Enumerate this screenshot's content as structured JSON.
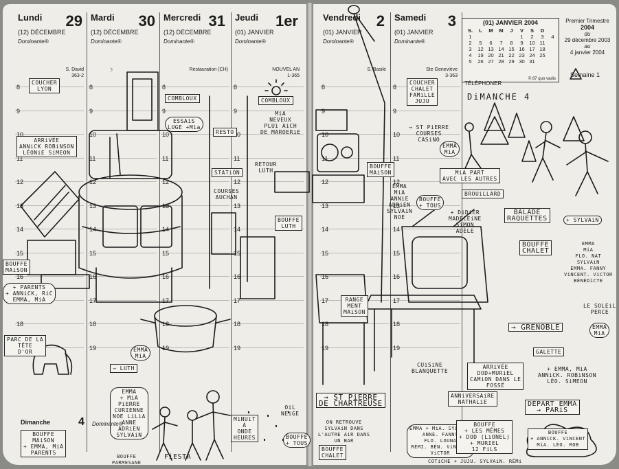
{
  "days": [
    {
      "name": "Lundi",
      "num": "29",
      "month": "(12) DÉCEMBRE",
      "brand": "Dominante®",
      "saint": "S. David",
      "yearday": "363-2"
    },
    {
      "name": "Mardi",
      "num": "30",
      "month": "(12) DÉCEMBRE",
      "brand": "Dominante®",
      "saint": "☽",
      "yearday": ""
    },
    {
      "name": "Mercredi",
      "num": "31",
      "month": "(12) DÉCEMBRE",
      "brand": "Dominante®",
      "saint": "Restauration (CH)",
      "yearday": ""
    },
    {
      "name": "Jeudi",
      "num": "1er",
      "month": "(01) JANVIER",
      "brand": "Dominante®",
      "saint": "NOUVEL AN",
      "yearday": "1-365"
    },
    {
      "name": "Vendredi",
      "num": "2",
      "month": "(01) JANVIER",
      "brand": "Dominante®",
      "saint": "S. Basile",
      "yearday": ""
    },
    {
      "name": "Samedi",
      "num": "3",
      "month": "(01) JANVIER",
      "brand": "Dominante®",
      "saint": "Ste Geneviève",
      "yearday": "3-363"
    }
  ],
  "hours": [
    "8",
    "9",
    "10",
    "11",
    "12",
    "13",
    "14",
    "15",
    "16",
    "17",
    "18",
    "19"
  ],
  "calendar": {
    "title": "(01) JANVIER 2004",
    "heads": [
      "S.",
      "L",
      "M",
      "M",
      "J",
      "V",
      "S",
      "D"
    ],
    "rows": [
      [
        "1",
        "",
        "",
        "",
        "",
        "1",
        "2",
        "3",
        "4"
      ],
      [
        "2",
        "5",
        "6",
        "7",
        "8",
        "9",
        "10",
        "11"
      ],
      [
        "3",
        "12",
        "13",
        "14",
        "15",
        "16",
        "17",
        "18"
      ],
      [
        "4",
        "19",
        "20",
        "21",
        "22",
        "23",
        "24",
        "25"
      ],
      [
        "5",
        "26",
        "27",
        "28",
        "29",
        "30",
        "31",
        ""
      ]
    ],
    "footer": "© 87 quo vadis"
  },
  "trimestre": {
    "title": "Premier Trimestre",
    "year": "2004",
    "du": "du",
    "from": "29 décembre 2003",
    "au": "au",
    "to": "4 janvier 2004"
  },
  "week": "Semaine 1",
  "phone": "TÉLÉPHONER",
  "sunday_title": "DiMANCHE 4",
  "bottom_left": {
    "day": "Dimanche",
    "num": "4",
    "brand": "Dominante®"
  },
  "notes": {
    "coucher_lyon": "COUCHER\nLYON",
    "arrivee": "ARRiVÉE\nANNiCK ROBiNSON\nLÉONiE SiMEON",
    "comblooux1": "COMBLOUX",
    "essais": "ESSAiS\nLUGE +Mia",
    "resto": "RESTO",
    "station": "STATiON",
    "courses_auchan": "COURSES\nAUCHAN",
    "comblooux2": "COMBLOUX",
    "neveux": "MiA\nNEVEUX\nPLUi AiCH\nDE MAROERiE",
    "retour": "RETOUR\nLUTH",
    "bouffe_luth": "BOUFFE\nLUTH",
    "bouffe_maison": "BOUFFE\nMAiSON",
    "parents": "+ PARENTS\n+ ANNiCK, RiC\nEMMA, MiA",
    "parc": "PARC DE LA\nTÊTE\nD'OR",
    "emma_mia": "EMMA\nMiA",
    "luth2": "→ LUTH",
    "bouffe_maison2": "BOUFFE\nMAiSON\n+ EMMA, MiA\nPARENTS",
    "liste_amis": "EMMA\n+ MiA\nPiERRE\nCURIENNE\nNOE LiLiA\nANNE\nADRiEN\nSYLVAiN",
    "fiesta": "FiESTA",
    "minuit": "MiNUiT\nÀ\nONDE\nHEURES",
    "oil_neige": "OiL\nNEiGE",
    "bouffe_tous": "BOUFFE\n+ TOUS",
    "bouffe_parmesan": "BOUFFE\nPARMESANE",
    "coucher_chalet": "COUCHER\nCHALET\nFAMiLLE\nJUJU",
    "st_pierre": "→ ST PiERRE\nCOURSES\nCASiNO",
    "emma_mia2": "EMMA\nMiA",
    "bouffe_maison3": "BOUFFE\nMAiSON",
    "emma_list": "EMMA\nMiA\nANNiE\nADRiEN\nSYLVAiN\nNOE",
    "mia_part": "MiA PART\nAVEC LES AUTRES",
    "brouillard": "BROUiLLARD",
    "bouffe_tous2": "BOUFFE\n+ TOUS",
    "didier": "+ DiDiER\nMADELEiNE\nSiMON\nADÈLE",
    "balade": "BALADE\nRAQUETTES",
    "sylvain": "+ SYLVAiN",
    "bouffe_chalet": "BOUFFE\nCHALET",
    "emma_flo": "EMMA\nMiA\nFLO. NAT\nSYLVAiN\nEMMA. FANNY\nViNCENT. ViCTOR\nBÉNÉDiCTE",
    "soleil": "LE SOLEiL\nPERCE",
    "rangement": "RANGE\nMENT\nMAiSON",
    "grenoble": "→ GRENOBLE",
    "emma_mia3": "EMMA\nMiA",
    "galette": "GALETTE",
    "annick_list": "+ EMMA, MiA\nANNiCK. ROBiNSON\nLÉO. SiMEON",
    "cuisine": "CUiSiNE\nBLANQUETTE",
    "arrivee_dod": "ARRiVÉE\nDOD+MURiEL\nCAMiON DANS LE\nFOSSÉ",
    "anniversaire": "ANNiVERSAiRE\nNATHALiE",
    "depart": "DÉPART EMMA\n→ PARiS",
    "st_pierre_chartreuse": "→ ST PiERRE\nDE CHARTREUSE",
    "retrouve": "ON RETROUVE\nSYLVAiN DANS\nL'AUTRE AiR DANS\nUN BAR",
    "bouffe_chalet2": "BOUFFE\nCHALET",
    "mia_list": "EMMA + MiA. SYLVAiN\nANNE. FANNY\nFLO. LOUNA\nRÉMI. BÉN. ViNCENT\nViCTOR",
    "bouffe_memes": "BOUFFE\n+ LES MÊMES\n+ DOD (LiONEL)\n+ MURIEL\n12 FiLS",
    "bouffe_last": "BOUFFE\n+ ANNiCK. ViNCENT\nMiA. LÉO. ROB",
    "cotiche": "COTiCHE + JUJU. SYLVAiN. RÉMi"
  }
}
